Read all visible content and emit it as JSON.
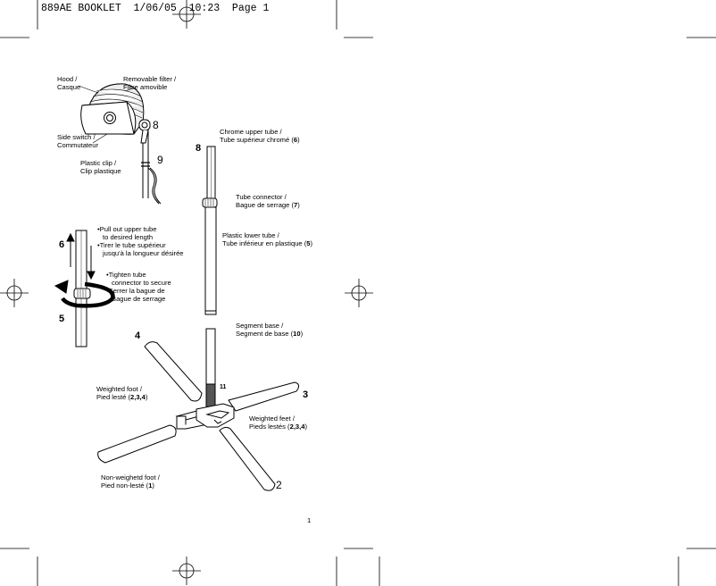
{
  "header": "889AE BOOKLET  1/06/05  10:23  Page 1",
  "page_number": "1",
  "labels": {
    "hood": [
      "Hood /",
      "Casque"
    ],
    "removable_filter": [
      "Removable filter /",
      "Filtre amovible"
    ],
    "side_switch": [
      "Side switch /",
      "Commutateur"
    ],
    "plastic_clip": [
      "Plastic clip /",
      "Clip plastique"
    ],
    "chrome_upper_tube": {
      "line1": "Chrome upper tube /",
      "line2_text": "Tube supérieur chromé (",
      "num": "6",
      "close": ")"
    },
    "tube_connector": {
      "line1": "Tube connector /",
      "line2_text": "Bague de serrage (",
      "num": "7",
      "close": ")"
    },
    "plastic_lower_tube": {
      "line1": "Plastic lower tube /",
      "line2_text": "Tube inférieur en plastique (",
      "num": "5",
      "close": ")"
    },
    "segment_base": {
      "line1": "Segment base /",
      "line2_text": "Segment de base (",
      "num": "10",
      "close": ")"
    },
    "weighted_foot": {
      "line1": "Weighted foot /",
      "line2_text": "Pied lesté (",
      "num": "2,3,4",
      "close": ")"
    },
    "weighted_feet": {
      "line1": "Weighted feet /",
      "line2_text": "Pieds lestés (",
      "num": "2,3,4",
      "close": ")"
    },
    "non_weighted_foot": {
      "line1": "Non-weighetd foot /",
      "line2_text": "Pied non-lesté (",
      "num": "1",
      "close": ")"
    }
  },
  "instructions": {
    "pull": [
      "Pull out upper tube",
      "to desired length"
    ],
    "tirer": [
      "Tirer le tube supérieur",
      "jusqu'à la longueur désirée"
    ],
    "tighten": [
      "Tighten tube",
      "connector to secure"
    ],
    "serrer": [
      "Serrer la bague de",
      "Bague de serrage"
    ]
  },
  "callouts": {
    "n8_hood": "8",
    "n9_clip": "9",
    "n8_tube": "8",
    "n6": "6",
    "n5": "5",
    "n4": "4",
    "n3": "3",
    "n2": "2",
    "n11": "11"
  }
}
